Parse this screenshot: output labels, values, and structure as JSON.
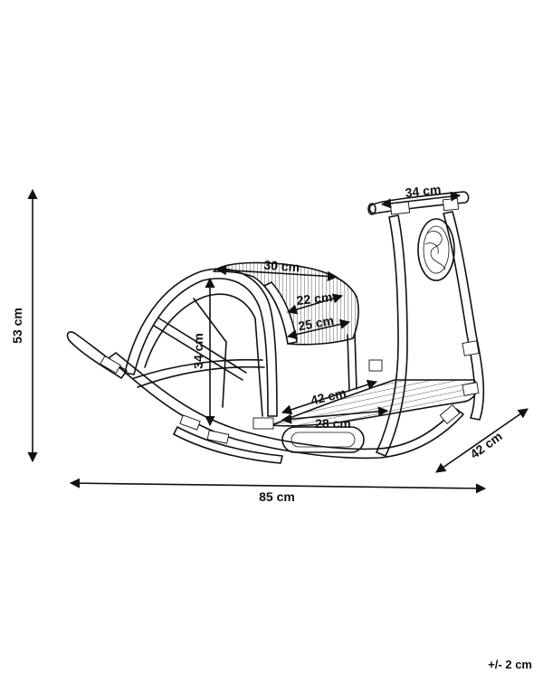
{
  "dimensions": {
    "height_overall": "53 cm",
    "length_overall": "85 cm",
    "depth_overall": "42 cm",
    "handle_width": "34 cm",
    "seat_length_top": "30 cm",
    "seat_width_mid": "22 cm",
    "seat_width_front": "25 cm",
    "seat_height": "34 cm",
    "footrest_length": "42 cm",
    "footrest_width": "28 cm"
  },
  "tolerance": "+/- 2 cm"
}
